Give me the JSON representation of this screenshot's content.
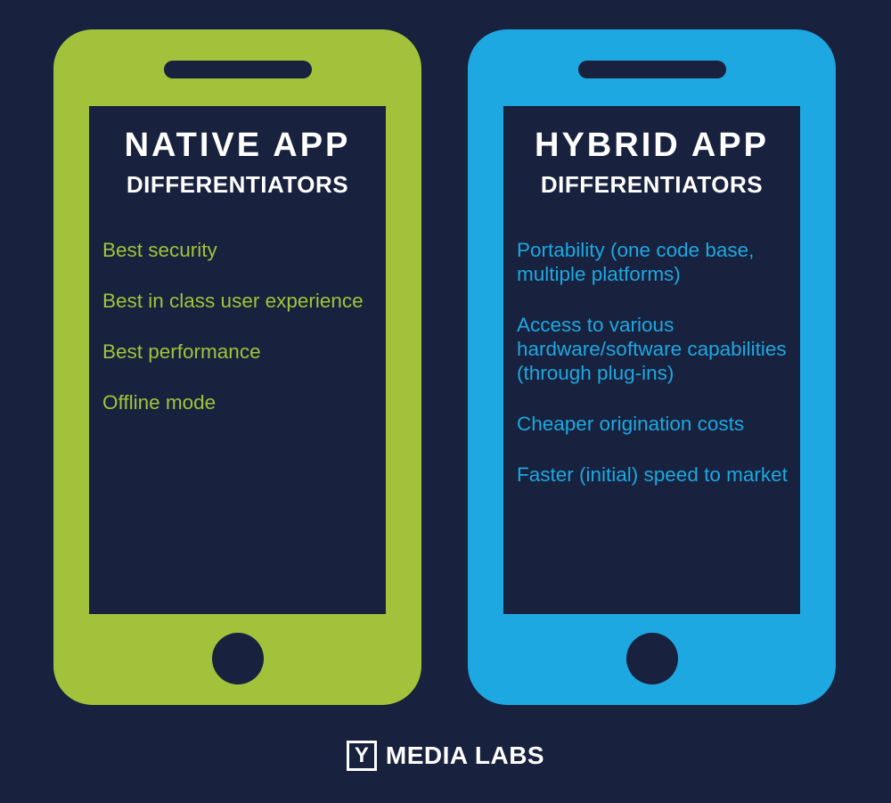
{
  "colors": {
    "background": "#18213d",
    "native_accent": "#a3c23b",
    "hybrid_accent": "#1da8e1",
    "heading_text": "#ffffff"
  },
  "native": {
    "title": "NATIVE APP",
    "subtitle": "DIFFERENTIATORS",
    "items": [
      "Best security",
      "Best in class user experience",
      "Best performance",
      "Offline mode"
    ]
  },
  "hybrid": {
    "title": "HYBRID APP",
    "subtitle": "DIFFERENTIATORS",
    "items": [
      "Portability (one code base, multiple platforms)",
      "Access to various hardware/software capabilities (through plug-ins)",
      "Cheaper origination costs",
      "Faster (initial) speed to market"
    ]
  },
  "footer": {
    "logo_letter": "Y",
    "brand": "MEDIA LABS"
  }
}
